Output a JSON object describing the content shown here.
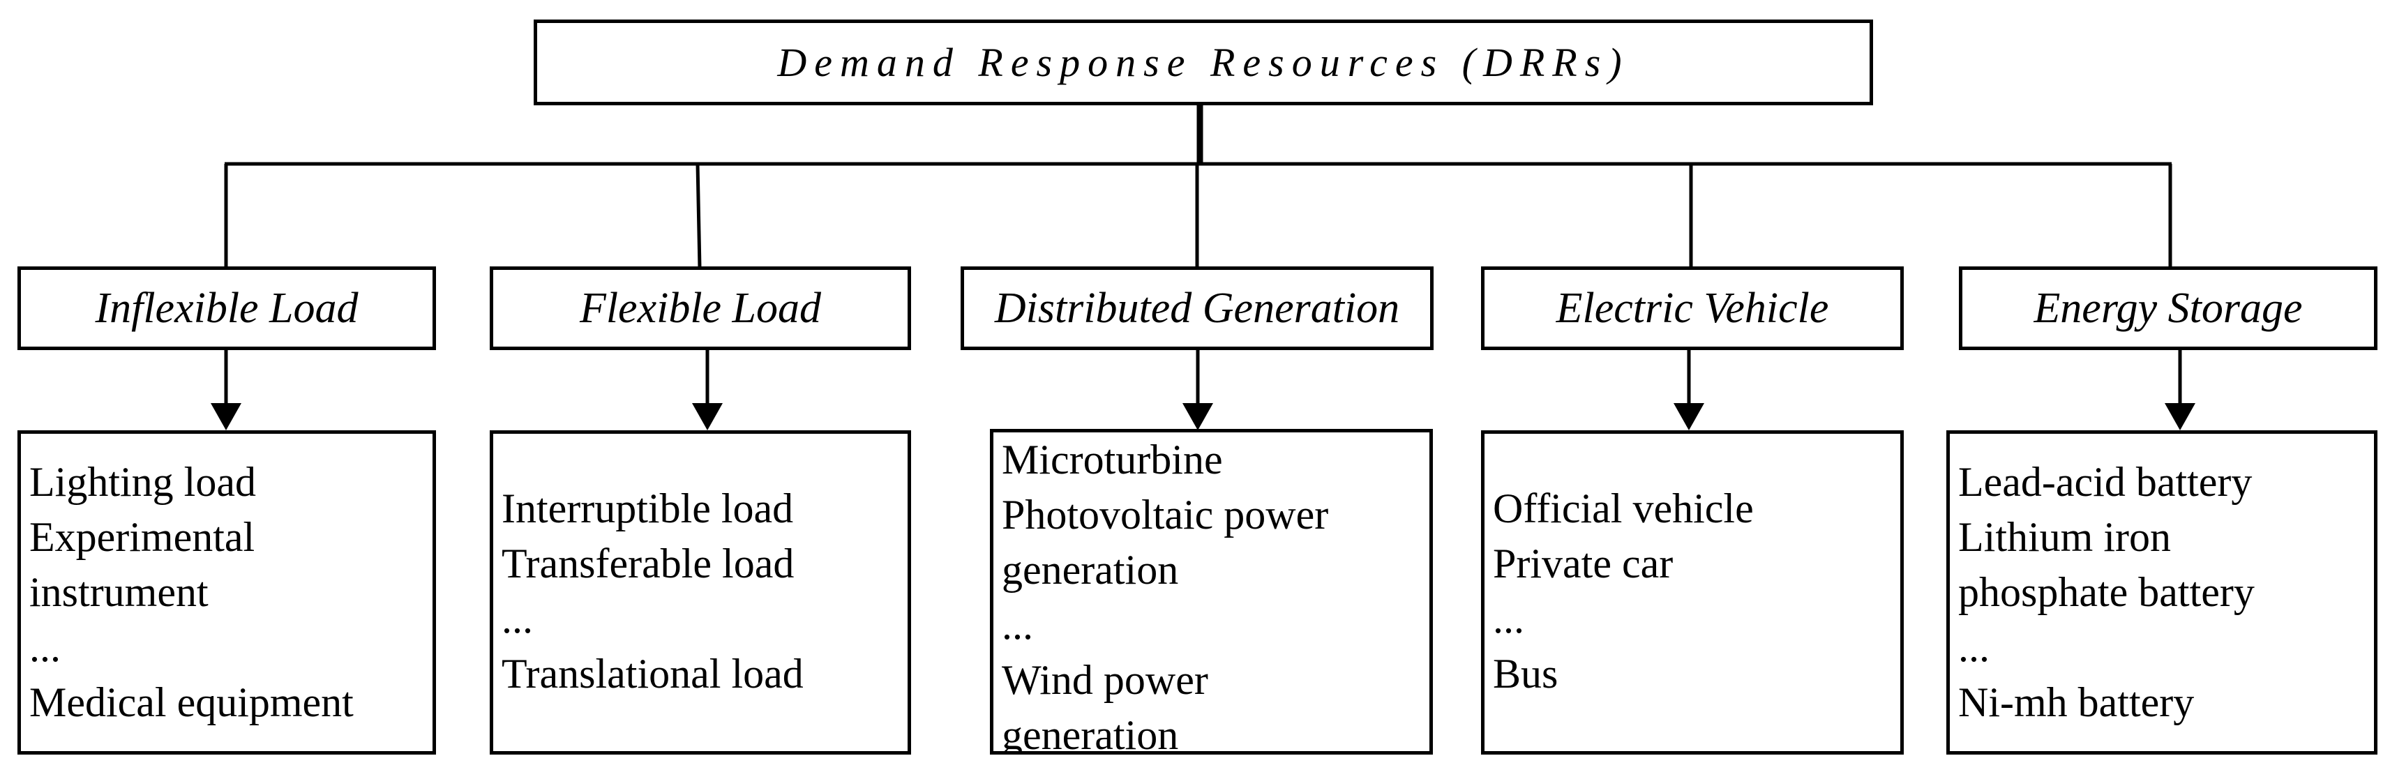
{
  "root": {
    "title": "Demand Response Resources (DRRs)"
  },
  "categories": [
    {
      "label": "Inflexible Load",
      "items": [
        "Lighting load",
        "Experimental",
        "instrument",
        "...",
        "Medical equipment"
      ]
    },
    {
      "label": "Flexible Load",
      "items": [
        "Interruptible load",
        "Transferable load",
        "...",
        "Translational load"
      ]
    },
    {
      "label": "Distributed Generation",
      "items": [
        "Microturbine",
        "Photovoltaic power",
        "generation",
        "...",
        "Wind power",
        "generation"
      ]
    },
    {
      "label": "Electric Vehicle",
      "items": [
        "Official vehicle",
        "Private car",
        "...",
        "Bus"
      ]
    },
    {
      "label": "Energy Storage",
      "items": [
        "Lead-acid battery",
        "Lithium iron",
        "phosphate battery",
        "...",
        "Ni-mh battery"
      ]
    }
  ]
}
